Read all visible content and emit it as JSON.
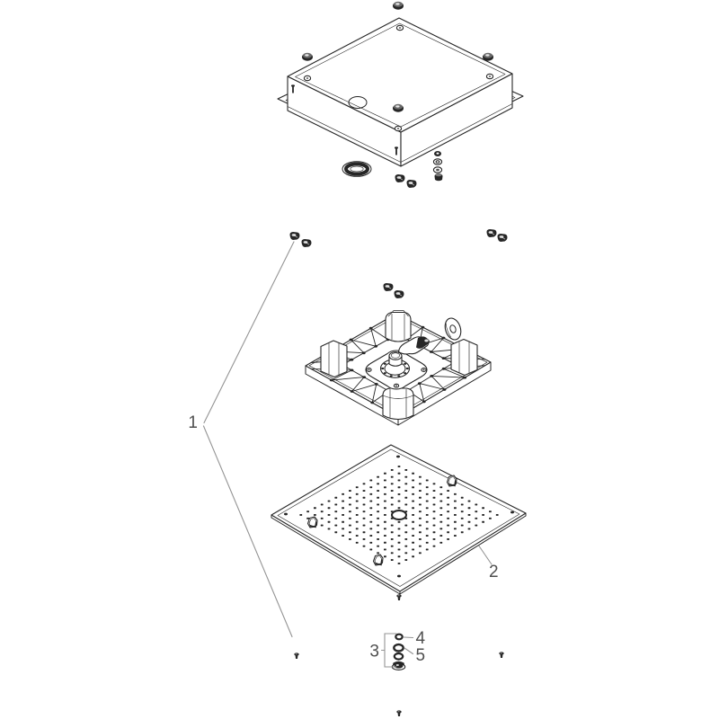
{
  "diagram": {
    "callouts": [
      {
        "id": "1",
        "label": "1"
      },
      {
        "id": "2",
        "label": "2"
      },
      {
        "id": "3",
        "label": "3"
      },
      {
        "id": "4",
        "label": "4"
      },
      {
        "id": "5",
        "label": "5"
      }
    ]
  },
  "colors": {
    "background": "#ffffff",
    "ink": "#262626",
    "callout_line": "#949494",
    "label": "#4f4f4f"
  }
}
